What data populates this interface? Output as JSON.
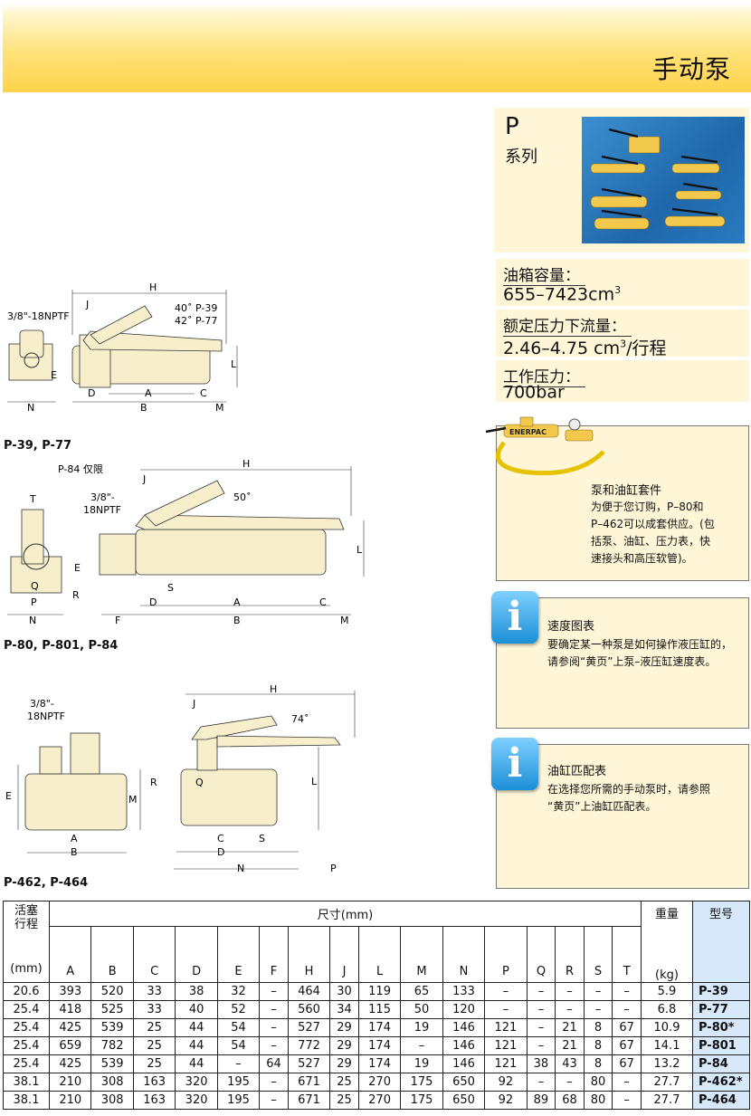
{
  "header": {
    "title": "手动泵"
  },
  "series": {
    "letter": "P",
    "label": "系列"
  },
  "specs": [
    {
      "label": "油箱容量：",
      "value": "655–7423cm",
      "sup": "3",
      "suffix": ""
    },
    {
      "label": "额定压力下流量：",
      "value": "2.46–4.75 cm",
      "sup": "3",
      "suffix": "/行程"
    },
    {
      "label": "工作压力：",
      "value": "700bar",
      "sup": "",
      "suffix": ""
    }
  ],
  "kit": {
    "title": "泵和油缸套件",
    "body_lines": [
      "为便于您订购，P–80和",
      "P–462可以成套供应。(包",
      "括泵、油缸、压力表，快",
      "速接头和高压软管)。"
    ],
    "brand": "ENERPAC"
  },
  "speed_chart": {
    "title": "速度图表",
    "body_lines": [
      "要确定某一种泵是如何操作液压缸的，",
      "请参阅“黄页”上泵–液压缸速度表。"
    ]
  },
  "cylinder_match": {
    "title": "油缸匹配表",
    "body_lines": [
      "在选择您所需的手动泵时，请参照",
      "“黄页”上油缸匹配表。"
    ]
  },
  "diagram1": {
    "caption": "P-39, P-77",
    "labels": {
      "H": "H",
      "J": "J",
      "angle1": "40˚ P-39",
      "angle2": "42˚ P-77",
      "port": "3/8\"-18NPTF",
      "E": "E",
      "L": "L",
      "D": "D",
      "A": "A",
      "C": "C",
      "N": "N",
      "B": "B",
      "M": "M"
    }
  },
  "diagram2": {
    "caption": "P-80, P-801, P-84",
    "labels": {
      "note": "P-84 仅限",
      "J": "J",
      "H": "H",
      "T": "T",
      "port1": "3/8\"-",
      "port2": "18NPTF",
      "angle": "50˚",
      "L": "L",
      "E": "E",
      "Q": "Q",
      "P": "P",
      "R": "R",
      "S": "S",
      "D": "D",
      "A": "A",
      "C": "C",
      "N": "N",
      "F": "F",
      "B": "B",
      "M": "M"
    }
  },
  "diagram3": {
    "caption": "P-462, P-464",
    "labels": {
      "port1": "3/8\"-",
      "port2": "18NPTF",
      "H": "H",
      "J": "J",
      "angle": "74˚",
      "E": "E",
      "M": "M",
      "R": "R",
      "Q": "Q",
      "L": "L",
      "A": "A",
      "B": "B",
      "C": "C",
      "S": "S",
      "D": "D",
      "N": "N",
      "P": "P"
    }
  },
  "table": {
    "stroke_header": "活塞\n行程",
    "stroke_unit": "(mm)",
    "dims_header": "尺寸(mm)",
    "weight_header": "重量",
    "weight_unit": "(kg)",
    "model_header": "型号",
    "columns": [
      "A",
      "B",
      "C",
      "D",
      "E",
      "F",
      "H",
      "J",
      "L",
      "M",
      "N",
      "P",
      "Q",
      "R",
      "S",
      "T"
    ],
    "rows": [
      {
        "stroke": "20.6",
        "dims": [
          "393",
          "520",
          "33",
          "38",
          "32",
          "–",
          "464",
          "30",
          "119",
          "65",
          "133",
          "–",
          "–",
          "–",
          "–",
          "–"
        ],
        "weight": "5.9",
        "model": "P-39"
      },
      {
        "stroke": "25.4",
        "dims": [
          "418",
          "525",
          "33",
          "40",
          "52",
          "–",
          "560",
          "34",
          "115",
          "50",
          "120",
          "–",
          "–",
          "–",
          "–",
          "–"
        ],
        "weight": "6.8",
        "model": "P-77"
      },
      {
        "stroke": "25.4",
        "dims": [
          "425",
          "539",
          "25",
          "44",
          "54",
          "–",
          "527",
          "29",
          "174",
          "19",
          "146",
          "121",
          "–",
          "21",
          "8",
          "67"
        ],
        "weight": "10.9",
        "model": "P-80*"
      },
      {
        "stroke": "25.4",
        "dims": [
          "659",
          "782",
          "25",
          "44",
          "54",
          "–",
          "772",
          "29",
          "174",
          "–",
          "146",
          "121",
          "–",
          "21",
          "8",
          "67"
        ],
        "weight": "14.1",
        "model": "P-801"
      },
      {
        "stroke": "25.4",
        "dims": [
          "425",
          "539",
          "25",
          "44",
          "–",
          "64",
          "527",
          "29",
          "174",
          "19",
          "146",
          "121",
          "38",
          "43",
          "8",
          "67"
        ],
        "weight": "13.2",
        "model": "P-84"
      },
      {
        "stroke": "38.1",
        "dims": [
          "210",
          "308",
          "163",
          "320",
          "195",
          "–",
          "671",
          "25",
          "270",
          "175",
          "650",
          "92",
          "–",
          "–",
          "80",
          "–"
        ],
        "weight": "27.7",
        "model": "P-462*"
      },
      {
        "stroke": "38.1",
        "dims": [
          "210",
          "308",
          "163",
          "320",
          "195",
          "–",
          "671",
          "25",
          "270",
          "175",
          "650",
          "92",
          "89",
          "68",
          "80",
          "–"
        ],
        "weight": "27.7",
        "model": "P-464"
      }
    ]
  }
}
